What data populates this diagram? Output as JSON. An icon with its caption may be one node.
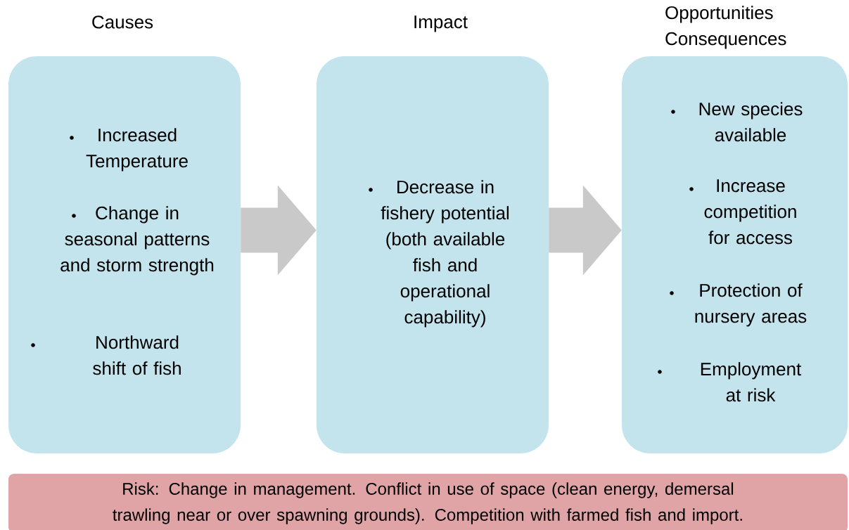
{
  "diagram": {
    "nodes": [
      {
        "text": [
          "Causes",
          "Increased Temperature",
          "Change in seasonal patterns and storm strength",
          "Northward shift of fish"
        ]
      },
      {
        "text": [
          "Impact",
          "Decrease in fishery potential (both available fish and operational capability)"
        ]
      },
      {
        "text": [
          "Opportunities Consequences",
          "New species available",
          "Increase competition for access",
          "Protection of nursery areas",
          "Employment at risk"
        ]
      },
      {
        "text": [
          "Risk: Change in management. Conflict in use of space (clean energy, demersal trawling near or over spawning grounds). Competition with farmed fish and import."
        ]
      }
    ],
    "edges": [
      {
        "from": 0,
        "to": 1,
        "arrow": "to"
      },
      {
        "from": 1,
        "to": 2,
        "arrow": "to"
      }
    ]
  }
}
